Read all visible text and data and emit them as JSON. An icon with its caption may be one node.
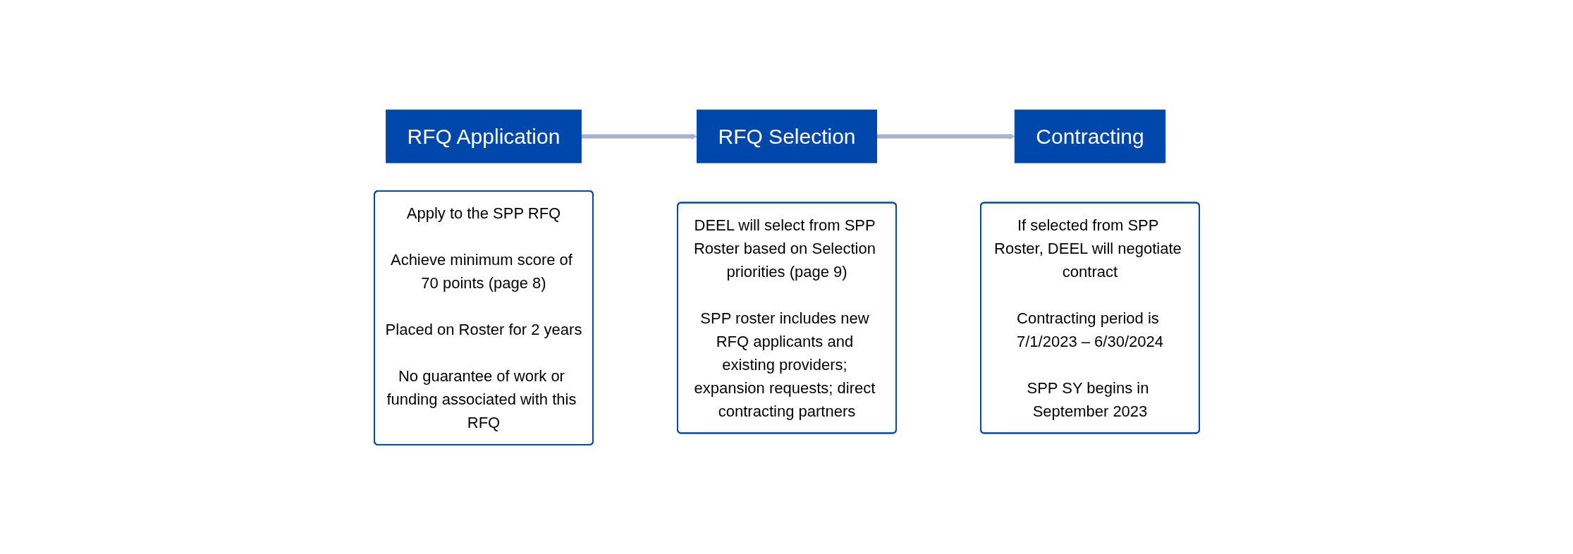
{
  "diagram": {
    "nodes": [
      {
        "text": [
          "RFQ Application"
        ]
      },
      {
        "text": [
          "Apply to the SPP RFQ",
          "Achieve minimum score of 70 points (page 8)",
          "Placed on Roster for 2 years",
          "No guarantee of work or funding associated with this RFQ"
        ]
      },
      {
        "text": [
          "RFQ Selection"
        ]
      },
      {
        "text": [
          "DEEL will select from SPP Roster based on Selection priorities (page 9)",
          "SPP roster includes new RFQ applicants and existing providers; expansion requests; direct contracting partners"
        ]
      },
      {
        "text": [
          "Contracting"
        ]
      },
      {
        "text": [
          "If selected from SPP Roster, DEEL will negotiate contract",
          "Contracting period is 7/1/2023 – 6/30/2024",
          "SPP SY begins in September 2023"
        ]
      }
    ],
    "edges": [
      {
        "from": 0,
        "to": 2,
        "arrow": "to"
      },
      {
        "from": 2,
        "to": 4,
        "arrow": "to"
      }
    ]
  }
}
